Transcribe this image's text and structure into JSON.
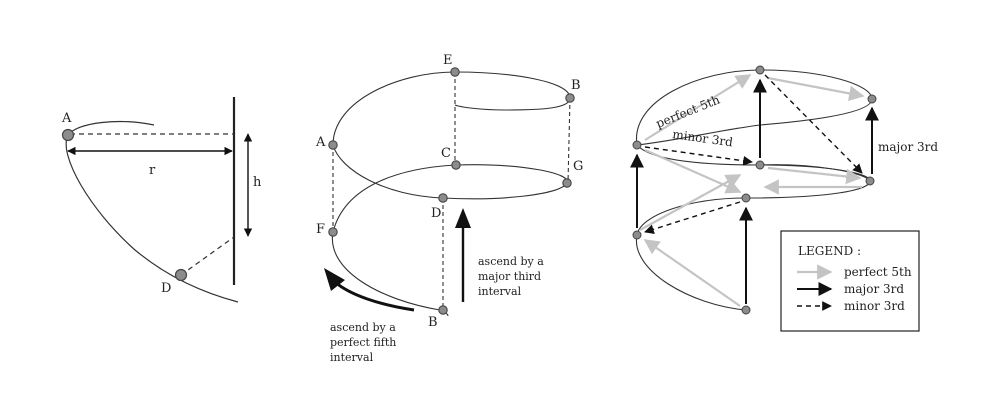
{
  "panel1": {
    "labels": {
      "A": "A",
      "D": "D",
      "r": "r",
      "h": "h"
    }
  },
  "panel2": {
    "labels": {
      "E": "E",
      "B_top": "B",
      "A": "A",
      "C": "C",
      "G": "G",
      "D": "D",
      "F": "F",
      "B_bottom": "B"
    },
    "notes": {
      "major_third": [
        "ascend by a",
        "major third",
        "interval"
      ],
      "perfect_fifth": [
        "ascend by a",
        "perfect fifth",
        "interval"
      ]
    }
  },
  "panel3": {
    "labels": {
      "perfect_5th": "perfect 5th",
      "minor_3rd": "minor 3rd",
      "major_3rd": "major 3rd"
    },
    "legend": {
      "title": "LEGEND :",
      "items": [
        {
          "label": "perfect 5th",
          "style": "gray-solid"
        },
        {
          "label": "major 3rd",
          "style": "black-solid"
        },
        {
          "label": "minor 3rd",
          "style": "black-dashed"
        }
      ]
    }
  },
  "colors": {
    "line": "#333333",
    "node": "#8c8c8c",
    "fifth": "#c4c4c4",
    "arrow": "#111111"
  }
}
